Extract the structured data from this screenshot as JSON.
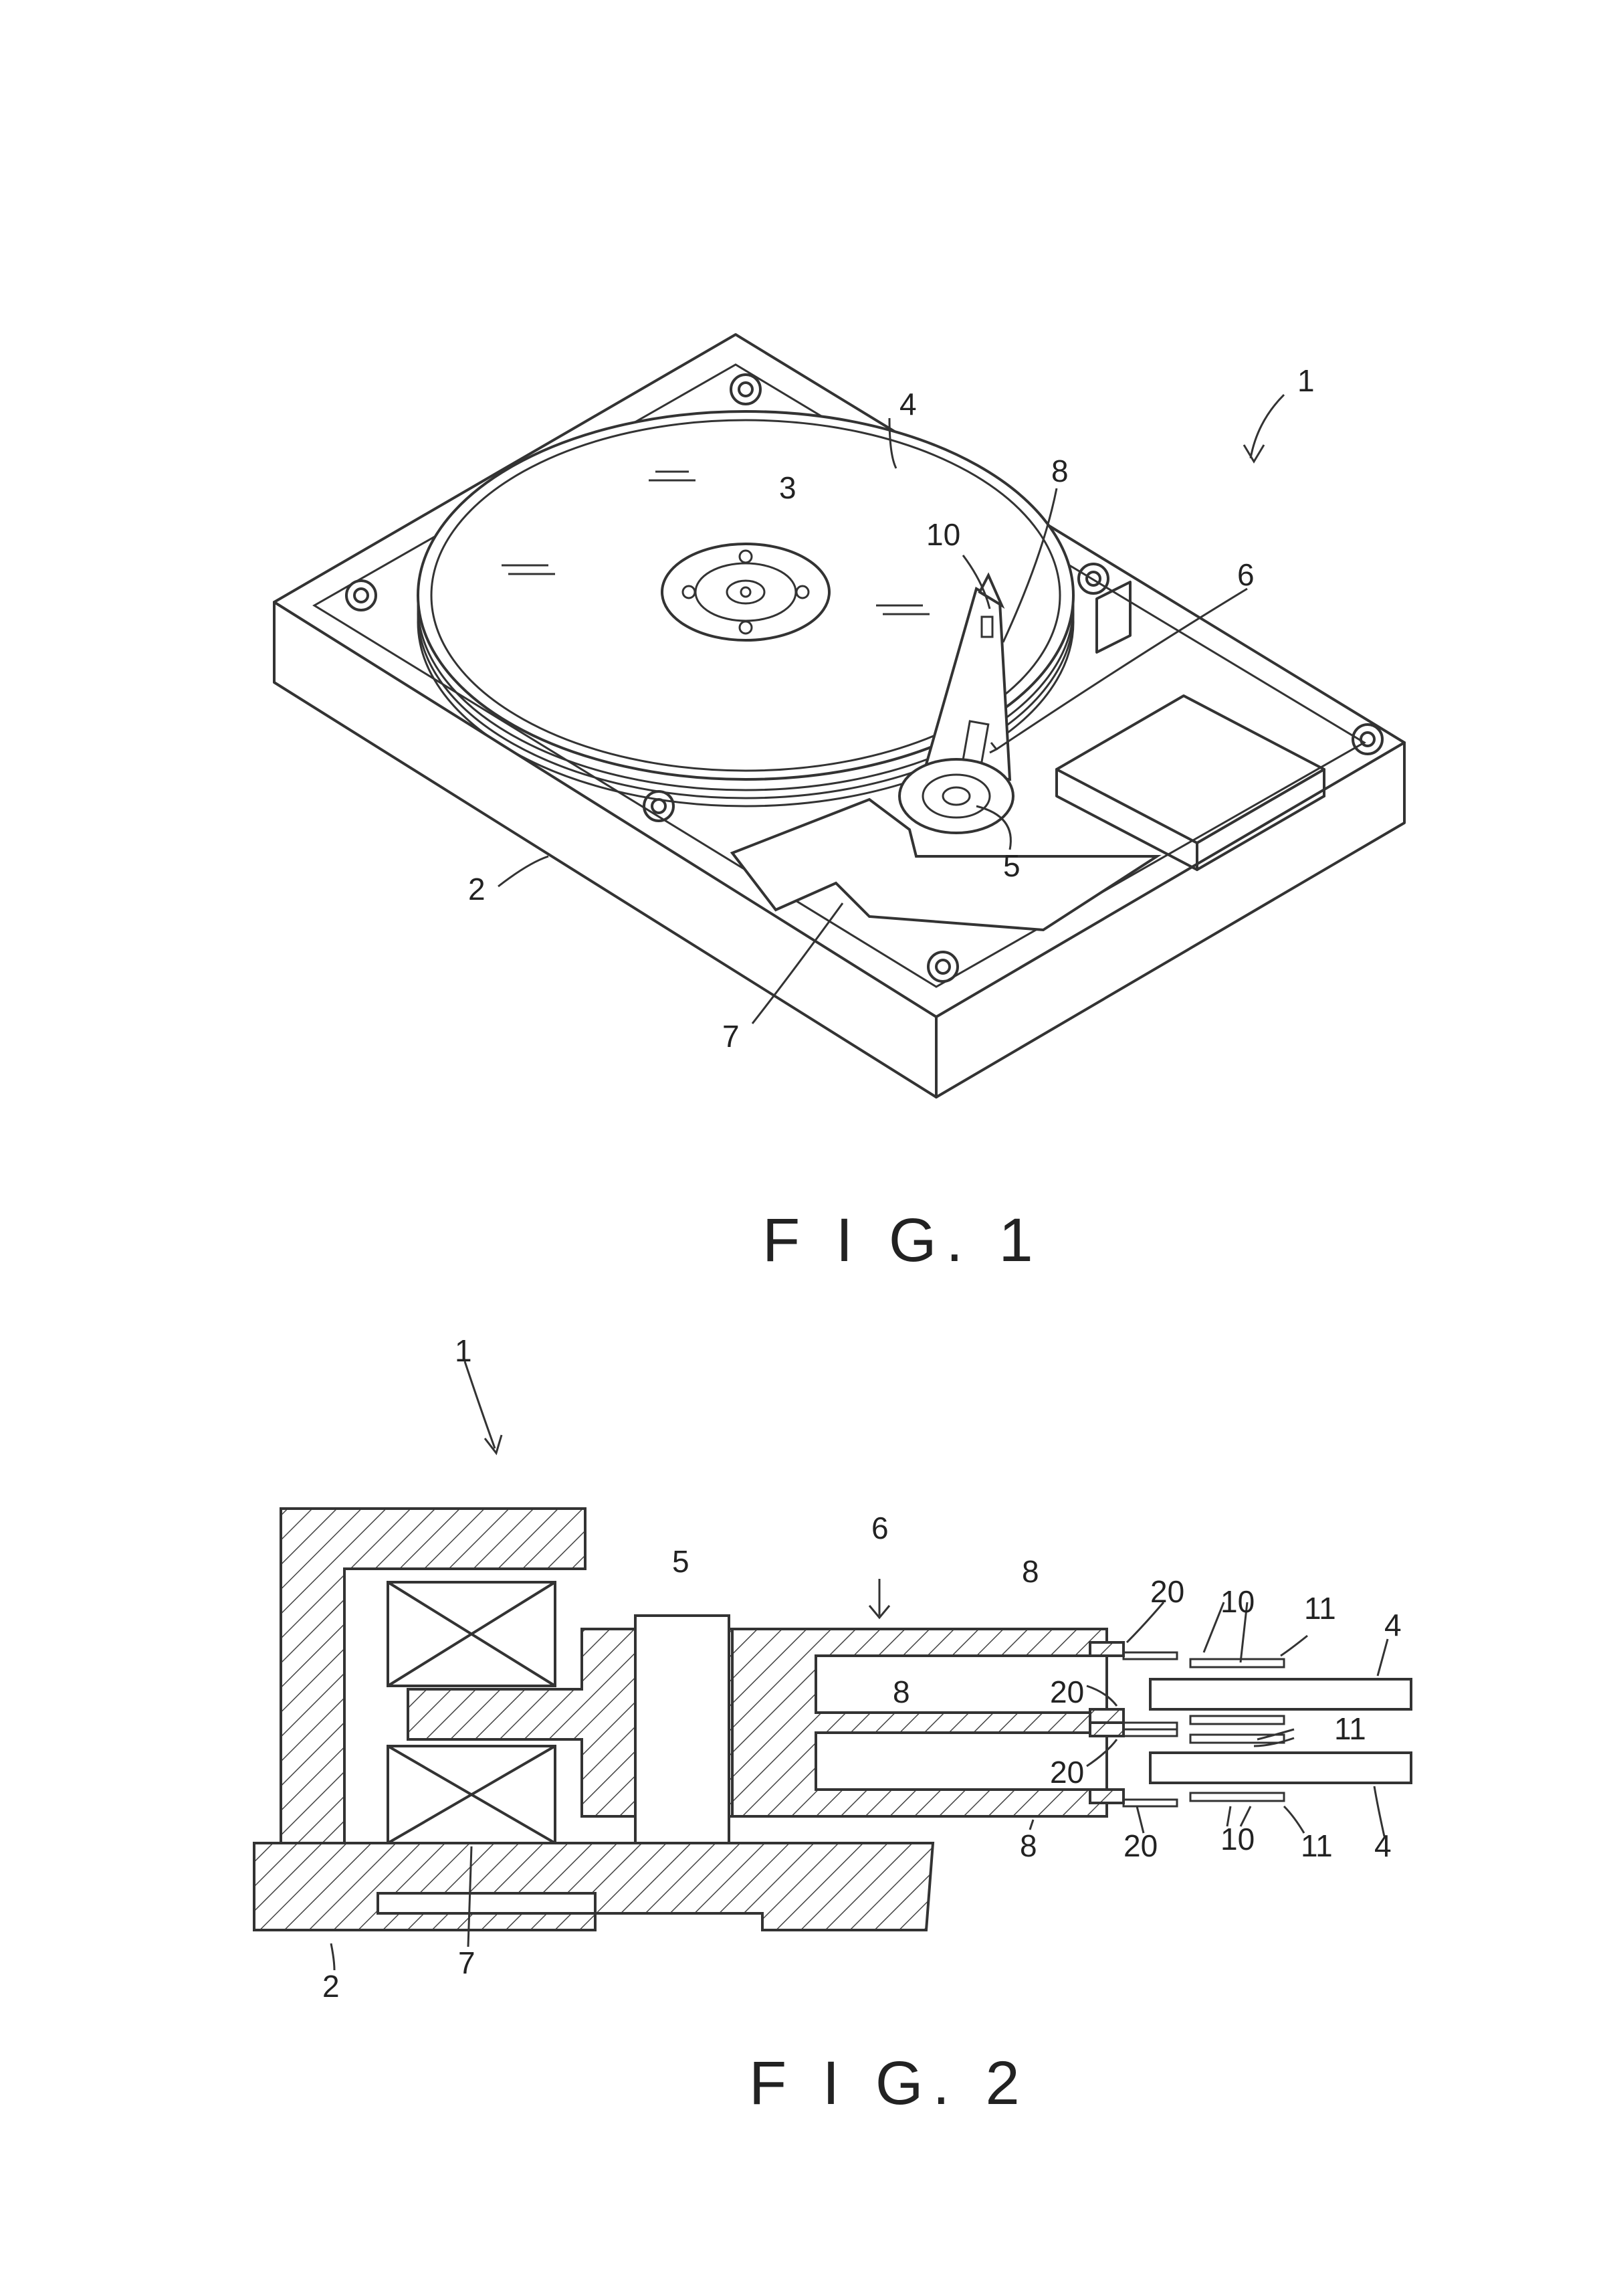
{
  "figures": [
    {
      "caption": "F I G. 1",
      "labels": [
        "1",
        "4",
        "3",
        "8",
        "10",
        "6",
        "2",
        "5",
        "7"
      ]
    },
    {
      "caption": "F I G. 2",
      "labels": [
        "1",
        "6",
        "5",
        "8",
        "20",
        "10",
        "11",
        "4",
        "8",
        "20",
        "11",
        "20",
        "8",
        "20",
        "10",
        "11",
        "4",
        "2",
        "7"
      ]
    }
  ]
}
